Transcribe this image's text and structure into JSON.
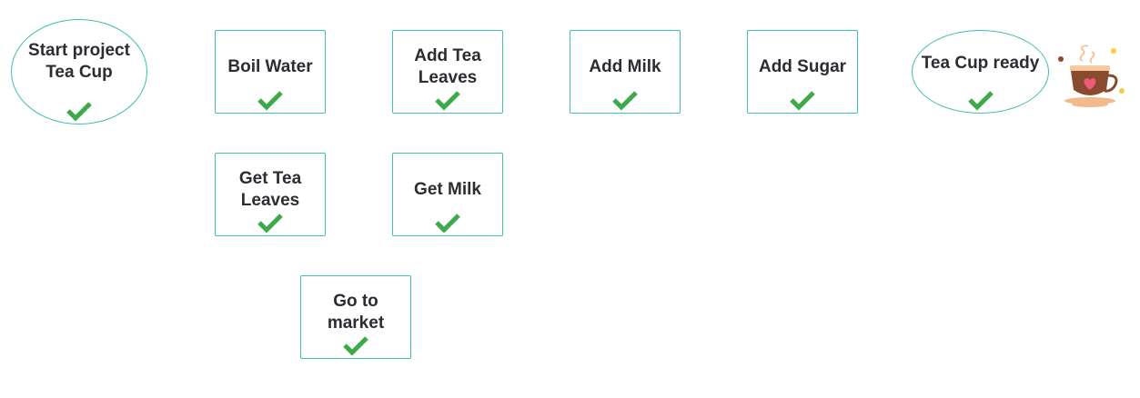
{
  "nodes": {
    "start": "Start project\nTea Cup",
    "boil": "Boil Water",
    "add_tea": "Add Tea\nLeaves",
    "add_milk": "Add Milk",
    "add_sugar": "Add Sugar",
    "ready": "Tea Cup ready",
    "get_tea": "Get Tea\nLeaves",
    "get_milk": "Get Milk",
    "market": "Go to\nmarket"
  },
  "status_icon": "checkmark-icon",
  "decoration_icon": "tea-cup-icon",
  "colors": {
    "border": "#3fbfad",
    "check": "#3daa4a",
    "text": "#2b2d33"
  }
}
